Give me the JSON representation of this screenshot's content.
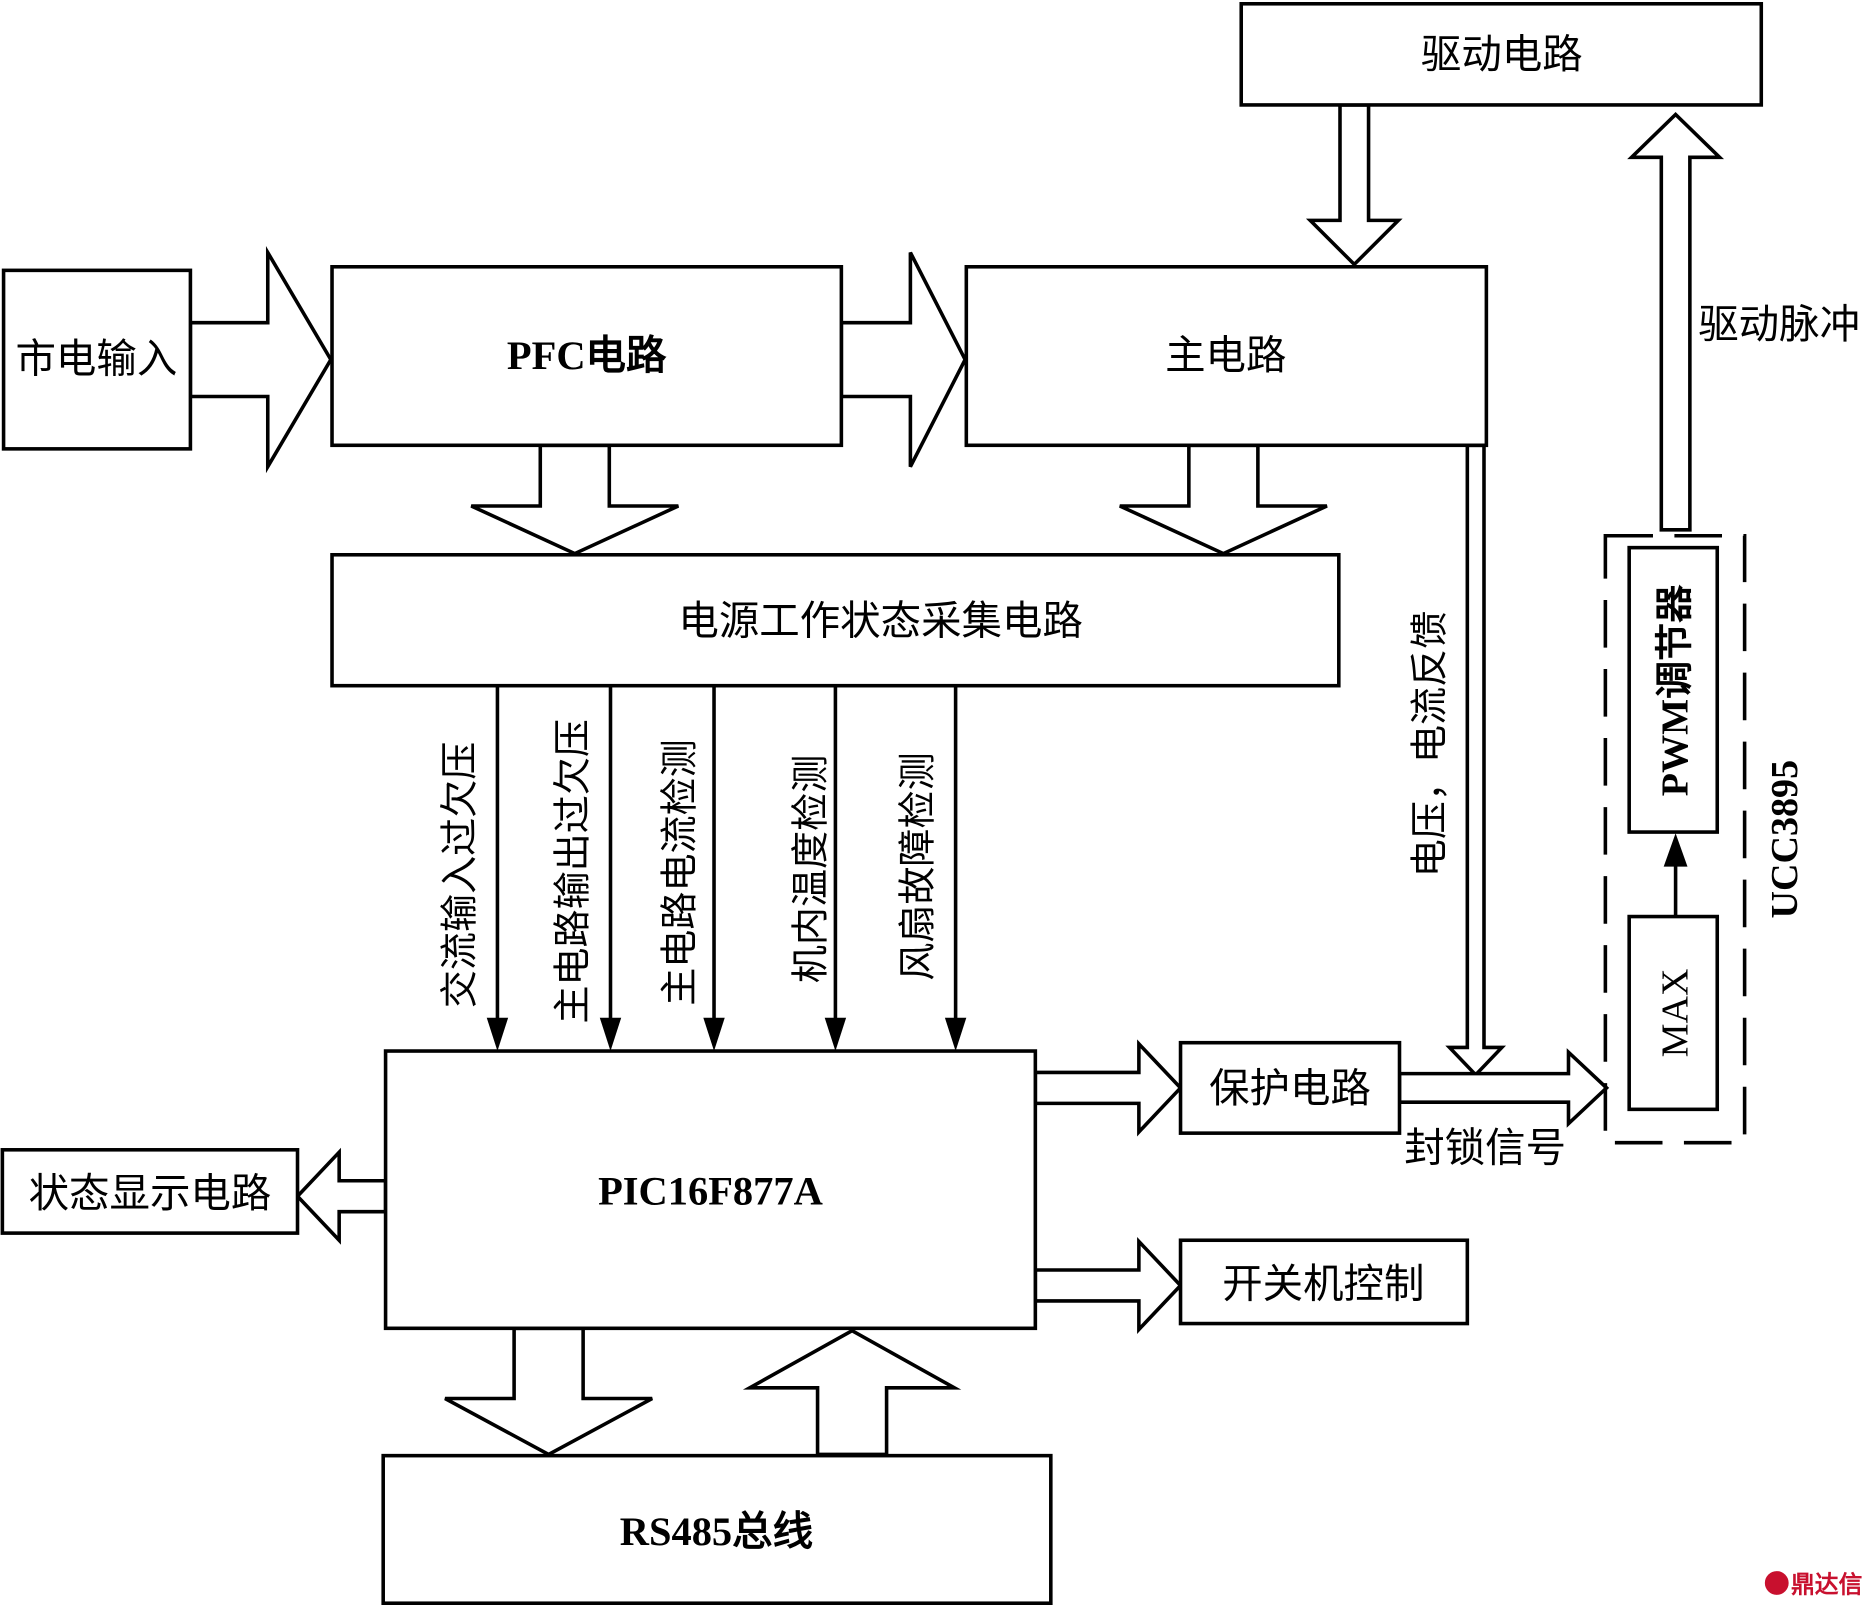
{
  "blocks": {
    "mains_input": "市电输入",
    "pfc": "PFC电路",
    "main_circuit": "主电路",
    "drive_circuit": "驱动电路",
    "acquisition": "电源工作状态采集电路",
    "mcu": "PIC16F877A",
    "protection": "保护电路",
    "power_switch": "开关机控制",
    "status_display": "状态显示电路",
    "rs485": "RS485总线",
    "pwm": "PWM调节器",
    "max": "MAX",
    "ucc": "UCC3895"
  },
  "signals": {
    "ac_input": "交流输入过欠压",
    "main_output": "主电路输出过欠压",
    "main_current": "主电路电流检测",
    "temperature": "机内温度检测",
    "fan_fault": "风扇故障检测",
    "feedback": "电压，电流反馈",
    "drive_pulse": "驱动脉冲",
    "lock_signal": "封锁信号"
  },
  "watermark": "鼎达信",
  "colors": {
    "line": "#000000",
    "watermark": "#c8102e"
  }
}
